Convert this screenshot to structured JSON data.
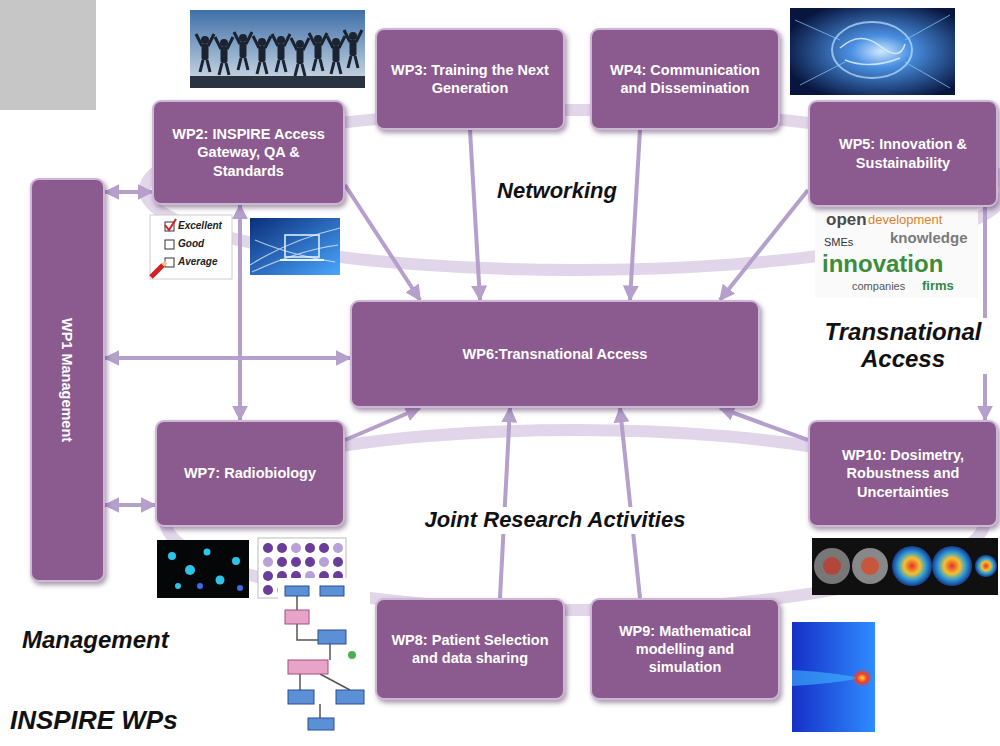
{
  "diagram": {
    "nodes": [
      {
        "text": [
          "WP1 Management"
        ]
      },
      {
        "text": [
          "WP2: INSPIRE Access Gateway, QA & Standards"
        ]
      },
      {
        "text": [
          "WP3: Training the Next Generation"
        ]
      },
      {
        "text": [
          "WP4: Communication and Dissemination"
        ]
      },
      {
        "text": [
          "WP5: Innovation & Sustainability"
        ]
      },
      {
        "text": [
          "WP6:Transnational Access"
        ]
      },
      {
        "text": [
          "WP7: Radiobiology"
        ]
      },
      {
        "text": [
          "WP10: Dosimetry, Robustness and Uncertainties"
        ]
      },
      {
        "text": [
          "WP8: Patient Selection and data sharing"
        ]
      },
      {
        "text": [
          "WP9: Mathematical modelling and simulation"
        ]
      }
    ],
    "edges": [
      {
        "from": 0,
        "to": 1,
        "arrow": "both"
      },
      {
        "from": 0,
        "to": 5,
        "arrow": "both"
      },
      {
        "from": 0,
        "to": 6,
        "arrow": "both"
      },
      {
        "from": 1,
        "to": 6,
        "arrow": "both"
      },
      {
        "from": 1,
        "to": 5,
        "arrow": "to"
      },
      {
        "from": 2,
        "to": 5,
        "arrow": "to"
      },
      {
        "from": 3,
        "to": 5,
        "arrow": "to"
      },
      {
        "from": 4,
        "to": 5,
        "arrow": "to"
      },
      {
        "from": 4,
        "to": 7,
        "arrow": "to"
      },
      {
        "from": 6,
        "to": 5,
        "arrow": "to"
      },
      {
        "from": 8,
        "to": 5,
        "arrow": "to"
      },
      {
        "from": 9,
        "to": 5,
        "arrow": "to"
      },
      {
        "from": 7,
        "to": 5,
        "arrow": "to"
      }
    ],
    "labels": [
      "Networking",
      "Transnational Access",
      "Joint Research Activities",
      "Management",
      "INSPIRE WPs",
      "Excellent",
      "Good",
      "Average",
      "open",
      "development",
      "knowledge",
      "innovation",
      "SMEs",
      "companies",
      "firms"
    ]
  }
}
